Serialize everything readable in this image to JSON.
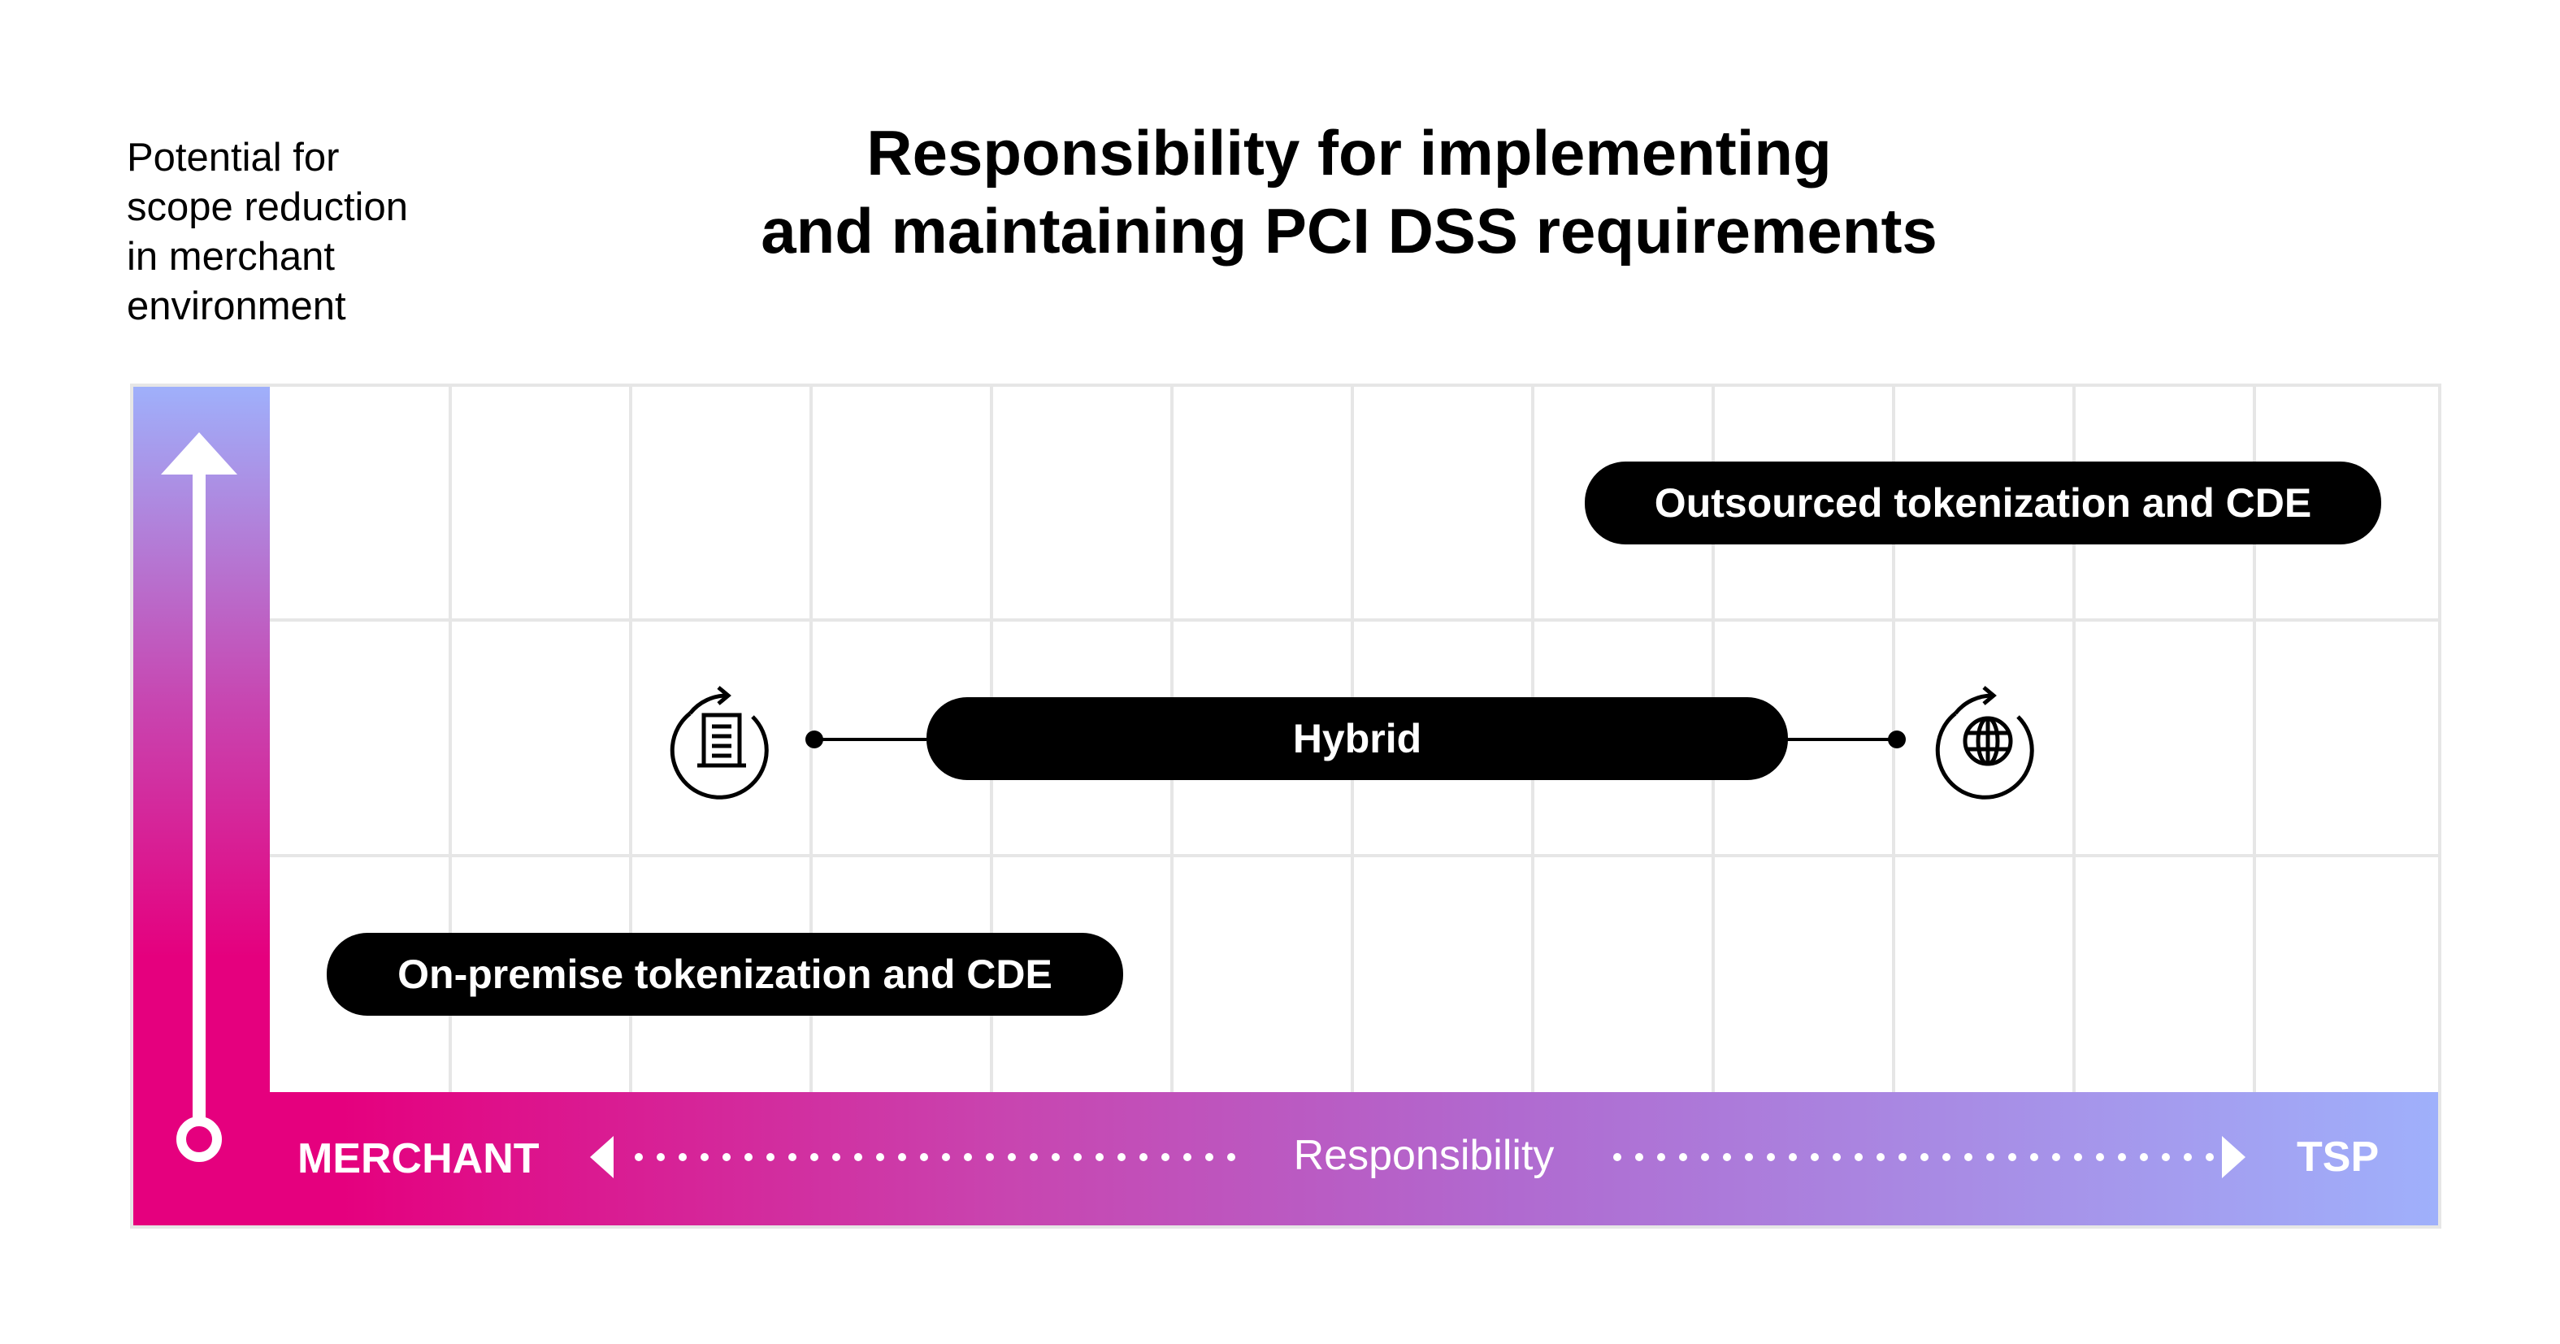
{
  "y_axis": {
    "label": "Potential for\nscope reduction\nin merchant\nenvironment"
  },
  "title": {
    "line1": "Responsibility for implementing",
    "line2": "and maintaining PCI DSS requirements"
  },
  "x_axis": {
    "left_label": "MERCHANT",
    "center_label": "Responsibility",
    "right_label": "TSP"
  },
  "categories": {
    "outsourced": "Outsourced tokenization and CDE",
    "hybrid": "Hybrid",
    "on_premise": "On-premise tokenization and CDE"
  },
  "icons": {
    "left": "on-premise-server-icon",
    "right": "cloud-globe-icon"
  },
  "colors": {
    "magenta": "#e5007e",
    "violet": "#b06ad0",
    "lavender": "#9fb0fb",
    "pill": "#000000",
    "grid": "#e6e6e6"
  }
}
